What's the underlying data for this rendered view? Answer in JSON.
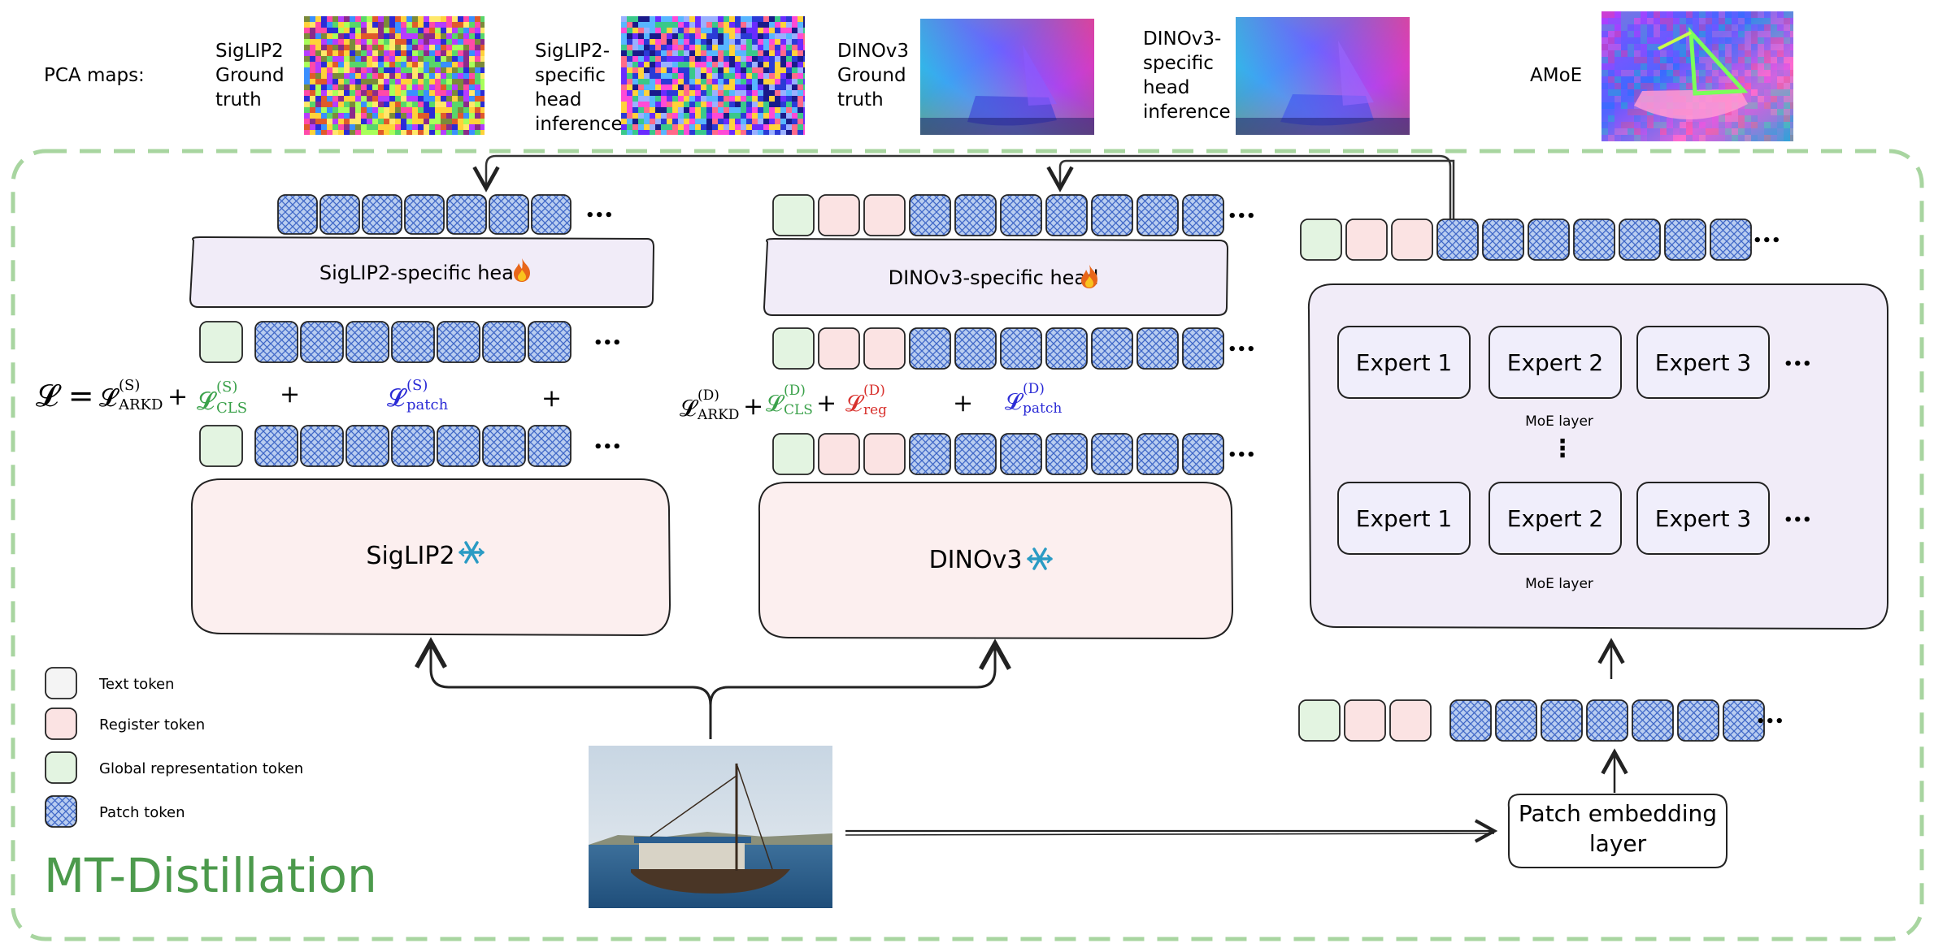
{
  "pca": {
    "heading": "PCA maps:",
    "items": [
      {
        "label": [
          "SigLIP2",
          "Ground",
          "truth"
        ],
        "style": "noise"
      },
      {
        "label": [
          "SigLIP2-",
          "specific",
          "head",
          "inference"
        ],
        "style": "noise-blue"
      },
      {
        "label": [
          "DINOv3",
          "Ground",
          "truth"
        ],
        "style": "smooth"
      },
      {
        "label": [
          "DINOv3-",
          "specific",
          "head",
          "inference"
        ],
        "style": "smooth"
      },
      {
        "label": [
          "AMoE"
        ],
        "style": "amoe"
      }
    ]
  },
  "siglip": {
    "head_label": "SigLIP2-specific head",
    "head_icon": "fire-icon",
    "backbone_label": "SigLIP2",
    "backbone_icon": "snowflake-icon"
  },
  "dinov3": {
    "head_label": "DINOv3-specific head",
    "head_icon": "fire-icon",
    "backbone_label": "DINOv3",
    "backbone_icon": "snowflake-icon"
  },
  "loss": {
    "lhs": "𝓛 =",
    "arkd_s": {
      "base": "𝓛",
      "sup": "(S)",
      "sub": "ARKD"
    },
    "cls_s": {
      "base": "𝓛",
      "sup": "(S)",
      "sub": "CLS"
    },
    "patch_s": {
      "base": "𝓛",
      "sup": "(S)",
      "sub": "patch"
    },
    "arkd_d": {
      "base": "𝓛",
      "sup": "(D)",
      "sub": "ARKD"
    },
    "cls_d": {
      "base": "𝓛",
      "sup": "(D)",
      "sub": "CLS"
    },
    "reg_d": {
      "base": "𝓛",
      "sup": "(D)",
      "sub": "reg"
    },
    "patch_d": {
      "base": "𝓛",
      "sup": "(D)",
      "sub": "patch"
    },
    "plus": "+"
  },
  "moe": {
    "experts": [
      "Expert 1",
      "Expert 2",
      "Expert 3"
    ],
    "layer_label": "MoE layer",
    "vdots": "⋮",
    "patch_embedding": [
      "Patch embedding",
      "layer"
    ]
  },
  "ellipsis": "•••",
  "legend": [
    {
      "label": "Text token",
      "kind": "text"
    },
    {
      "label": "Register token",
      "kind": "register"
    },
    {
      "label": "Global representation token",
      "kind": "global"
    },
    {
      "label": "Patch token",
      "kind": "patch"
    }
  ],
  "title": "MT-Distillation",
  "colors": {
    "global_fill": "#e3f4e1",
    "register_fill": "#fbe3e3",
    "patch_fill": "#b9cdf0",
    "patch_hatch": "#3f67c7",
    "head_fill": "#f1ecf8",
    "backbone_fill": "#fcefef",
    "moe_fill": "#f1ecf8",
    "frame_green": "#a8d5a0",
    "title_green": "#4c9a4c",
    "loss_green": "#3aa14a",
    "loss_red": "#d8302c",
    "loss_blue": "#2b2bd6",
    "snow": "#2a9bc4",
    "fire": "#e8661a"
  }
}
